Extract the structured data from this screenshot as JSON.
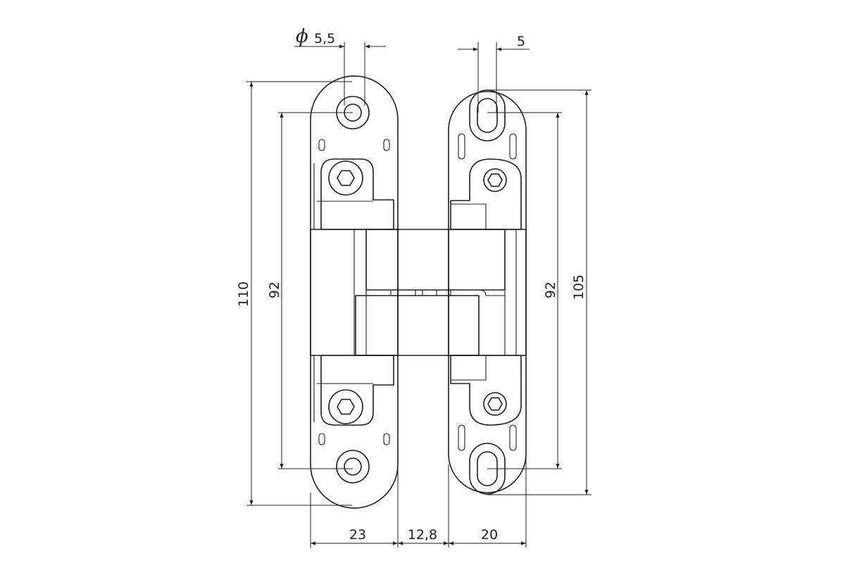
{
  "drawing": {
    "subject": "concealed hinge",
    "dimensions": {
      "hole_diameter": {
        "symbol": "ϕ",
        "value": "5,5"
      },
      "slot_width": "5",
      "left_height": "110",
      "left_hole_spacing": "92",
      "right_hole_spacing": "92",
      "right_height": "105",
      "left_width": "23",
      "gap_width": "12,8",
      "right_width": "20"
    }
  }
}
